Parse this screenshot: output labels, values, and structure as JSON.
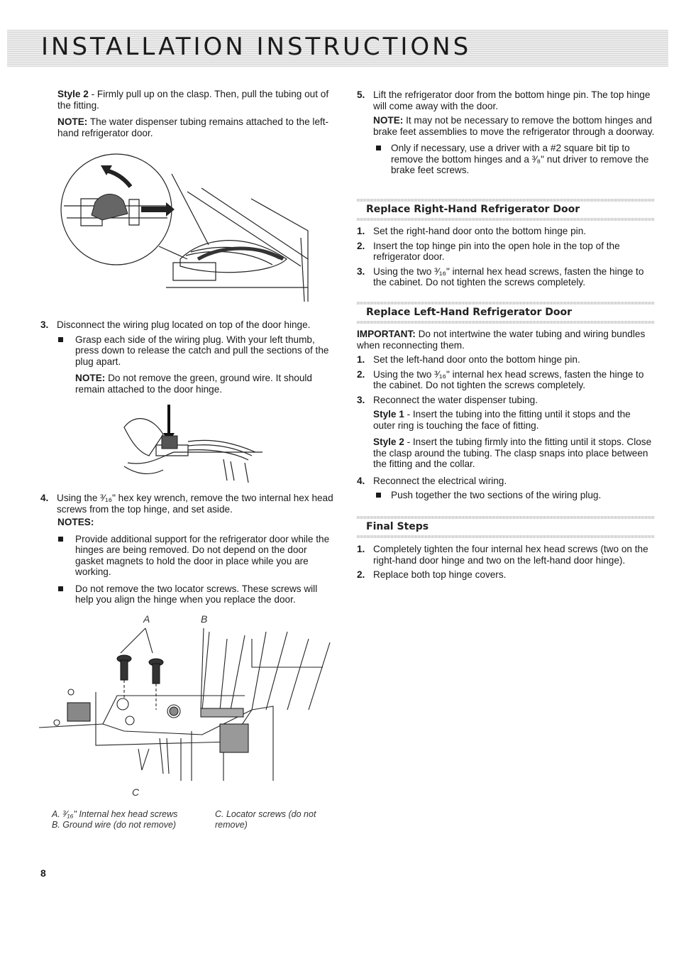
{
  "header": {
    "title": "INSTALLATION INSTRUCTIONS"
  },
  "left": {
    "style2_label": "Style 2",
    "style2_text": " - Firmly pull up on the clasp. Then, pull the tubing out of the fitting.",
    "note1_label": "NOTE:",
    "note1_text": " The water dispenser tubing remains attached to the left-hand refrigerator door.",
    "step3_num": "3.",
    "step3_text": "Disconnect the wiring plug located on top of the door hinge.",
    "step3_bullet": "Grasp each side of the wiring plug. With your left thumb, press down to release the catch and pull the sections of the plug apart.",
    "note2_label": "NOTE:",
    "note2_text": " Do not remove the green, ground wire. It should remain attached to the door hinge.",
    "step4_num": "4.",
    "step4_text": "Using the ³⁄₁₆\" hex key wrench, remove the two internal hex head screws from the top hinge, and set aside.",
    "notes_label": "NOTES:",
    "notes_bullet1": "Provide additional support for the refrigerator door while the hinges are being removed. Do not depend on the door gasket magnets to hold the door in place while you are working.",
    "notes_bullet2": "Do not remove the two locator screws. These screws will help you align the hinge when you replace the door.",
    "fig_label_a": "A",
    "fig_label_b": "B",
    "fig_label_c": "C",
    "caption_a": "A. ³⁄₁₆\" Internal hex head screws",
    "caption_b": "B. Ground wire (do not remove)",
    "caption_c": "C. Locator screws (do not remove)",
    "page_number": "8"
  },
  "right": {
    "step5_num": "5.",
    "step5_text": "Lift the refrigerator door from the bottom hinge pin. The top hinge will come away with the door.",
    "note_label": "NOTE:",
    "note_text": " It may not be necessary to remove the bottom hinges and brake feet assemblies to move the refrigerator through a doorway.",
    "note_bullet": "Only if necessary, use a driver with a #2 square bit tip to remove the bottom hinges and a ³⁄₈\" nut driver to remove the brake feet screws.",
    "section1_title": "Replace Right-Hand Refrigerator Door",
    "section1_steps": [
      {
        "num": "1.",
        "text": "Set the right-hand door onto the bottom hinge pin."
      },
      {
        "num": "2.",
        "text": "Insert the top hinge pin into the open hole in the top of the refrigerator door."
      },
      {
        "num": "3.",
        "text": "Using the two ³⁄₁₆\" internal hex head screws, fasten the hinge to the cabinet. Do not tighten the screws completely."
      }
    ],
    "section2_title": "Replace Left-Hand Refrigerator Door",
    "important_label": "IMPORTANT:",
    "important_text": " Do not intertwine the water tubing and wiring bundles when reconnecting them.",
    "section2_step1_num": "1.",
    "section2_step1": "Set the left-hand door onto the bottom hinge pin.",
    "section2_step2_num": "2.",
    "section2_step2": "Using the two ³⁄₁₆\" internal hex head screws, fasten the hinge to the cabinet. Do not tighten the screws completely.",
    "section2_step3_num": "3.",
    "section2_step3": "Reconnect the water dispenser tubing.",
    "style1_label": "Style 1",
    "style1_text": " - Insert the tubing into the fitting until it stops and the outer ring is touching the face of fitting.",
    "style2_label": "Style 2",
    "style2_text": " - Insert the tubing firmly into the fitting until it stops. Close the clasp around the tubing. The clasp snaps into place between the fitting and the collar.",
    "section2_step4_num": "4.",
    "section2_step4": "Reconnect the electrical wiring.",
    "section2_step4_bullet": "Push together the two sections of the wiring plug.",
    "section3_title": "Final Steps",
    "section3_steps": [
      {
        "num": "1.",
        "text": "Completely tighten the four internal hex head screws (two on the right-hand door hinge and two on the left-hand door hinge)."
      },
      {
        "num": "2.",
        "text": "Replace both top hinge covers."
      }
    ]
  }
}
